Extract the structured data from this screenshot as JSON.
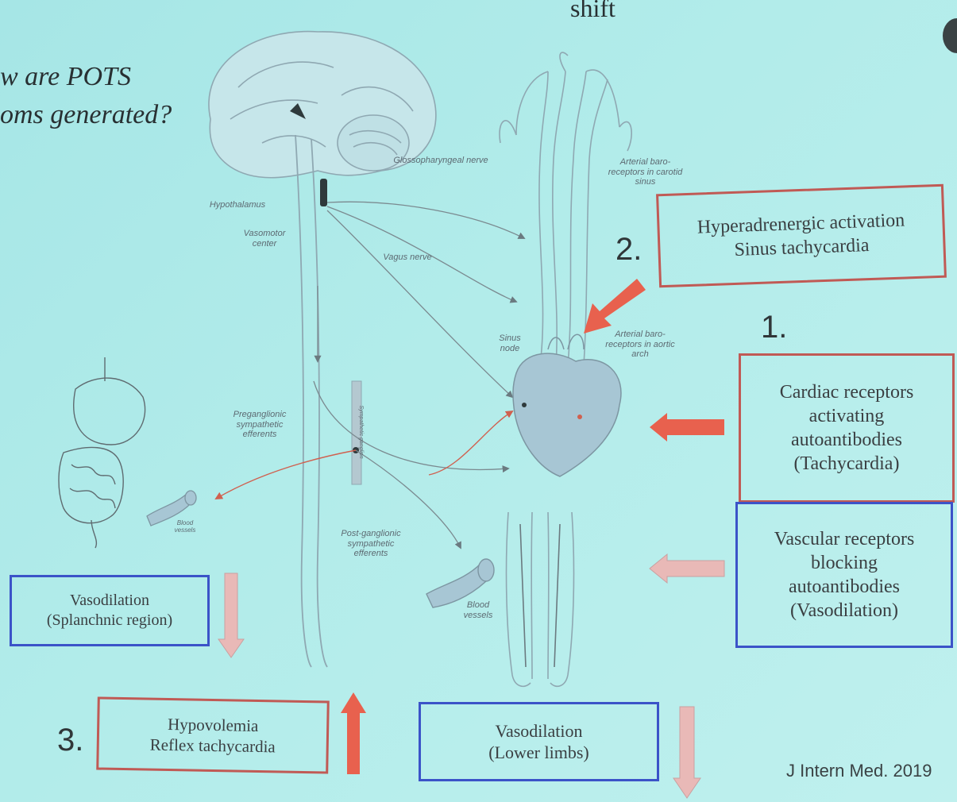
{
  "header": {
    "shift_text": "shift",
    "title_line1": "w are POTS",
    "title_line2": "oms generated?"
  },
  "diagram_labels": {
    "hypothalamus": "Hypothalamus",
    "vasomotor_center": "Vasomotor center",
    "glossopharyngeal_nerve": "Glossopharyngeal nerve",
    "vagus_nerve": "Vagus nerve",
    "carotid_baroreceptors": "Arterial baro-receptors in carotid sinus",
    "sinus_node": "Sinus node",
    "aortic_baroreceptors": "Arterial baro-receptors in aortic arch",
    "preganglionic": "Preganglionic sympathetic efferents",
    "postganglionic": "Post-ganglionic sympathetic efferents",
    "sympathetic_chain": "Sympathetic ganglion",
    "blood_vessels_small": "Blood vessels",
    "blood_vessels_large": "Blood vessels"
  },
  "steps": {
    "step1_number": "1.",
    "step2_number": "2.",
    "step3_number": "3."
  },
  "boxes": {
    "hyperadrenergic": {
      "line1": "Hyperadrenergic activation",
      "line2": "Sinus tachycardia"
    },
    "cardiac_receptors": {
      "line1": "Cardiac receptors",
      "line2": "activating",
      "line3": "autoantibodies",
      "line4": "(Tachycardia)"
    },
    "vascular_receptors": {
      "line1": "Vascular receptors",
      "line2": "blocking",
      "line3": "autoantibodies",
      "line4": "(Vasodilation)"
    },
    "vasodilation_splanchnic": {
      "line1": "Vasodilation",
      "line2": "(Splanchnic region)"
    },
    "hypovolemia": {
      "line1": "Hypovolemia",
      "line2": "Reflex tachycardia"
    },
    "vasodilation_lower": {
      "line1": "Vasodilation",
      "line2": "(Lower limbs)"
    }
  },
  "citation": "J Intern Med. 2019",
  "colors": {
    "red_border": "#c05a55",
    "blue_border": "#3b53c8",
    "arrow_red": "#e8614e",
    "arrow_pink": "#e9b9b7",
    "background": "#b2ecea"
  }
}
